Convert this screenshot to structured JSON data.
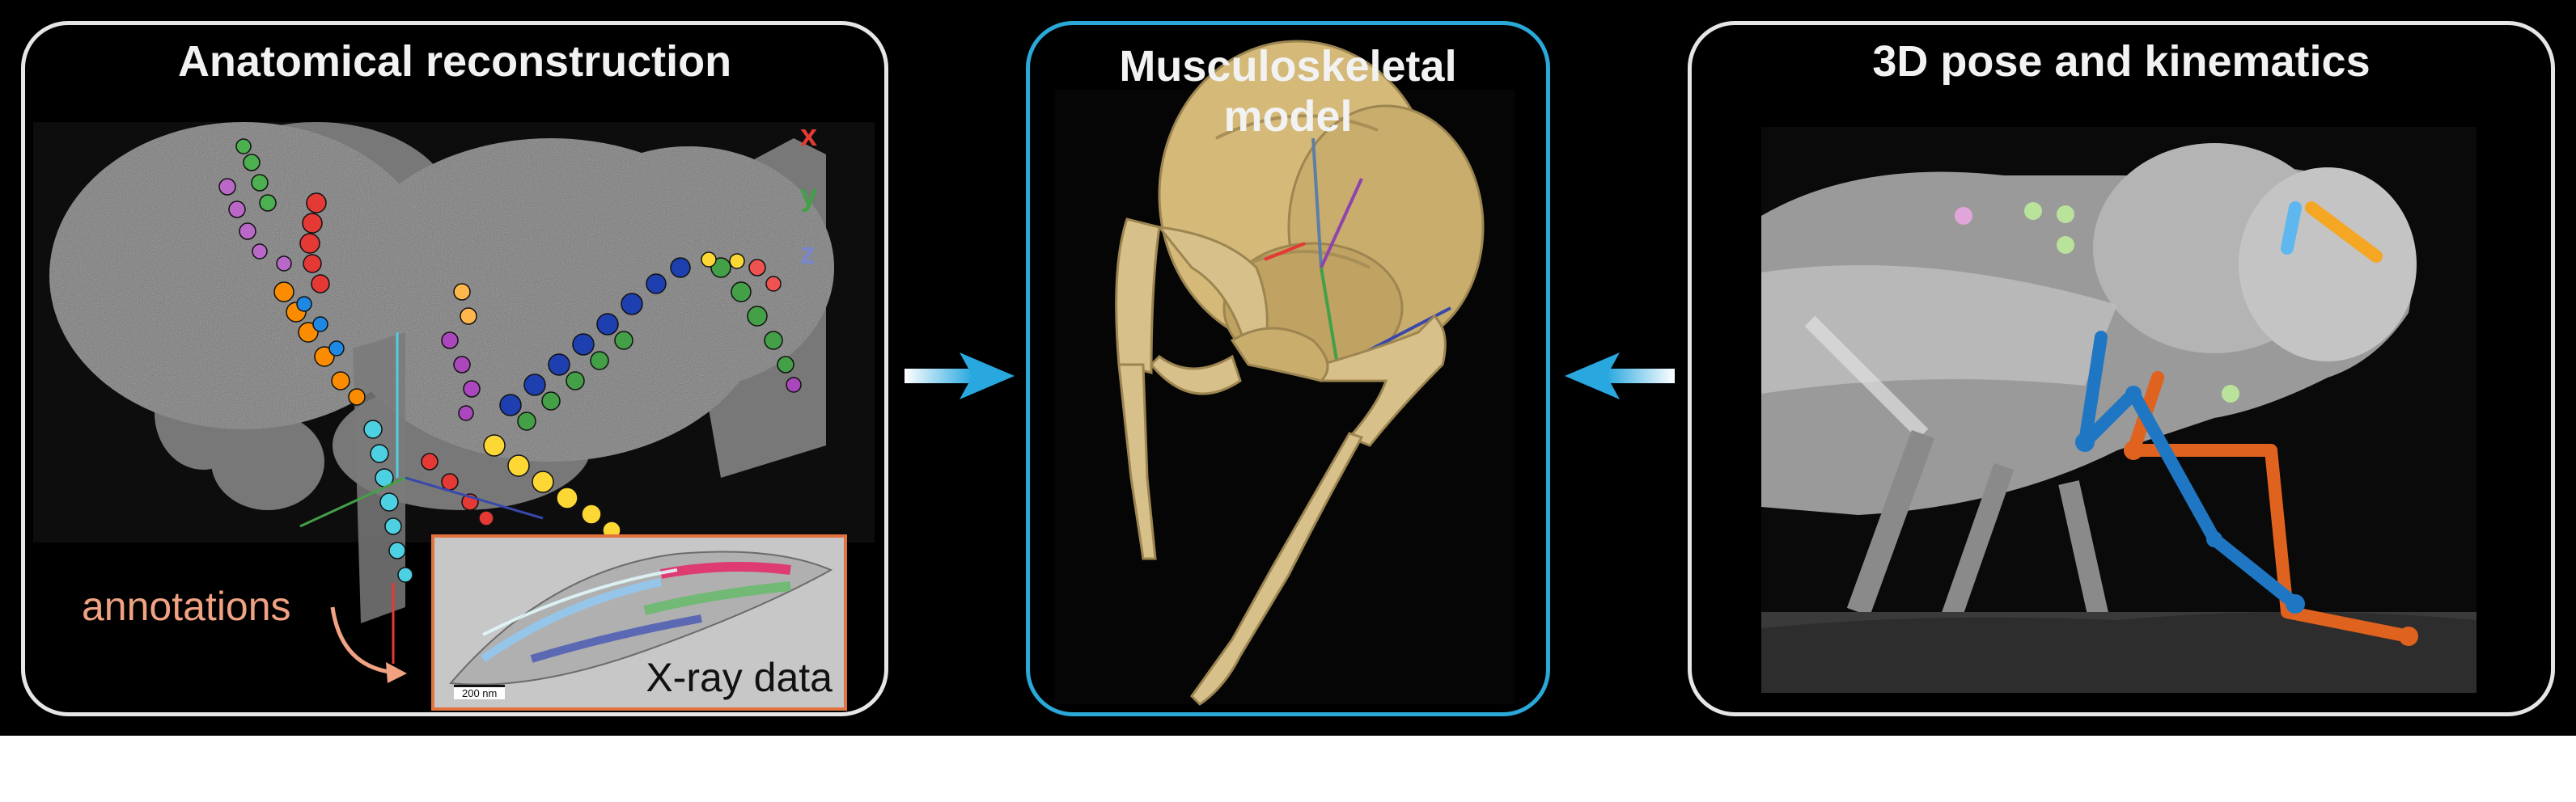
{
  "panels": {
    "left": {
      "title": "Anatomical reconstruction",
      "axis_labels": {
        "x": "x",
        "y": "y",
        "z": "z"
      },
      "annotations_label": "annotations",
      "inset": {
        "label": "X-ray data",
        "scale_bar": "200 nm"
      }
    },
    "middle": {
      "title_line1": "Musculoskeletal",
      "title_line2": "model"
    },
    "right": {
      "title": "3D pose and kinematics"
    }
  },
  "colors": {
    "panel_border": "#e6e6e6",
    "model_panel_border": "#2aa9d8",
    "flow_arrow": "#29a8e0",
    "annotation_text": "#f0a283",
    "inset_border": "#e2733f",
    "axis_x": "#e53935",
    "axis_y": "#43a047",
    "axis_z": "#7986cb",
    "model_body": "#d8c08a",
    "pose_blue": "#1f77c4",
    "pose_orange": "#e0621f"
  },
  "icons": {
    "flow_arrow_left": "arrow-right-icon",
    "flow_arrow_right": "arrow-left-icon"
  }
}
